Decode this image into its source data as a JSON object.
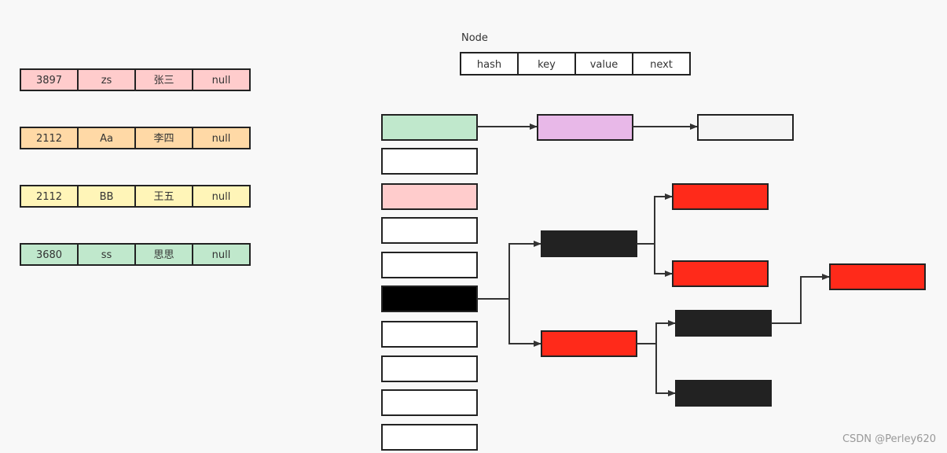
{
  "node_title": "Node",
  "node_fields": [
    "hash",
    "key",
    "value",
    "next"
  ],
  "entries": [
    {
      "hash": "3897",
      "key": "zs",
      "value": "张三",
      "next": "null",
      "color": "#ffcccc"
    },
    {
      "hash": "2112",
      "key": "Aa",
      "value": "李四",
      "next": "null",
      "color": "#ffd9a6"
    },
    {
      "hash": "2112",
      "key": "BB",
      "value": "王五",
      "next": "null",
      "color": "#fff5b8"
    },
    {
      "hash": "3680",
      "key": "ss",
      "value": "思思",
      "next": "null",
      "color": "#c0e8cc"
    }
  ],
  "buckets": [
    {
      "color": "#c0e8cc"
    },
    {
      "color": "#ffffff"
    },
    {
      "color": "#ffcccc"
    },
    {
      "color": "#ffffff"
    },
    {
      "color": "#ffffff"
    },
    {
      "color": "#000000"
    },
    {
      "color": "#ffffff"
    },
    {
      "color": "#ffffff"
    },
    {
      "color": "#ffffff"
    },
    {
      "color": "#ffffff"
    }
  ],
  "chain_nodes": [
    {
      "id": "chain-purple",
      "color": "#e8b8e8"
    },
    {
      "id": "chain-grey",
      "color": "#f4f4f4"
    }
  ],
  "tree_nodes": [
    {
      "id": "tree-left-black",
      "color": "#222222"
    },
    {
      "id": "tree-left-red",
      "color": "#ff2a1a"
    },
    {
      "id": "tree-top-red-1",
      "color": "#ff2a1a"
    },
    {
      "id": "tree-top-red-2",
      "color": "#ff2a1a"
    },
    {
      "id": "tree-mid-black",
      "color": "#222222"
    },
    {
      "id": "tree-bottom-black",
      "color": "#222222"
    },
    {
      "id": "tree-far-red",
      "color": "#ff2a1a"
    }
  ],
  "watermark": "CSDN @Perley620"
}
